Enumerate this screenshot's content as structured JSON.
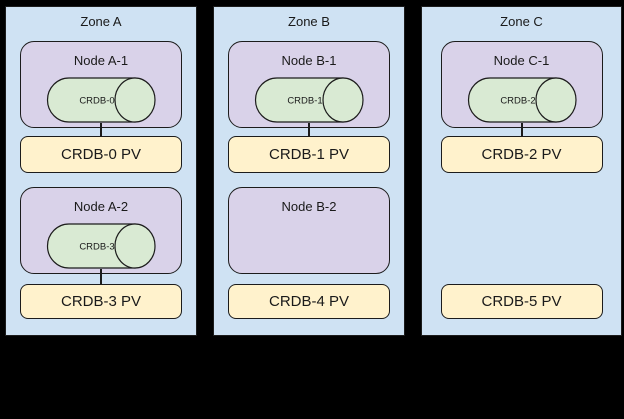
{
  "colors": {
    "background": "#000000",
    "zone_fill": "#cfe2f3",
    "node_fill": "#d9d2e9",
    "pod_fill": "#d9ead3",
    "pv_fill": "#fff2cc",
    "border": "#1c1c1c",
    "text": "#1a1a1a"
  },
  "zones": [
    {
      "label": "Zone A",
      "nodes": [
        {
          "label": "Node A-1",
          "pod": "CRDB-0",
          "pv": "CRDB-0 PV",
          "connected": true
        },
        {
          "label": "Node A-2",
          "pod": "CRDB-3",
          "pv": "CRDB-3 PV",
          "connected": true
        }
      ]
    },
    {
      "label": "Zone B",
      "nodes": [
        {
          "label": "Node B-1",
          "pod": "CRDB-1",
          "pv": "CRDB-1 PV",
          "connected": true
        },
        {
          "label": "Node B-2",
          "pod": null,
          "pv": "CRDB-4 PV",
          "connected": false
        }
      ]
    },
    {
      "label": "Zone C",
      "nodes": [
        {
          "label": "Node C-1",
          "pod": "CRDB-2",
          "pv": "CRDB-2 PV",
          "connected": true
        },
        {
          "label": null,
          "pod": null,
          "pv": "CRDB-5 PV",
          "connected": false
        }
      ]
    }
  ]
}
